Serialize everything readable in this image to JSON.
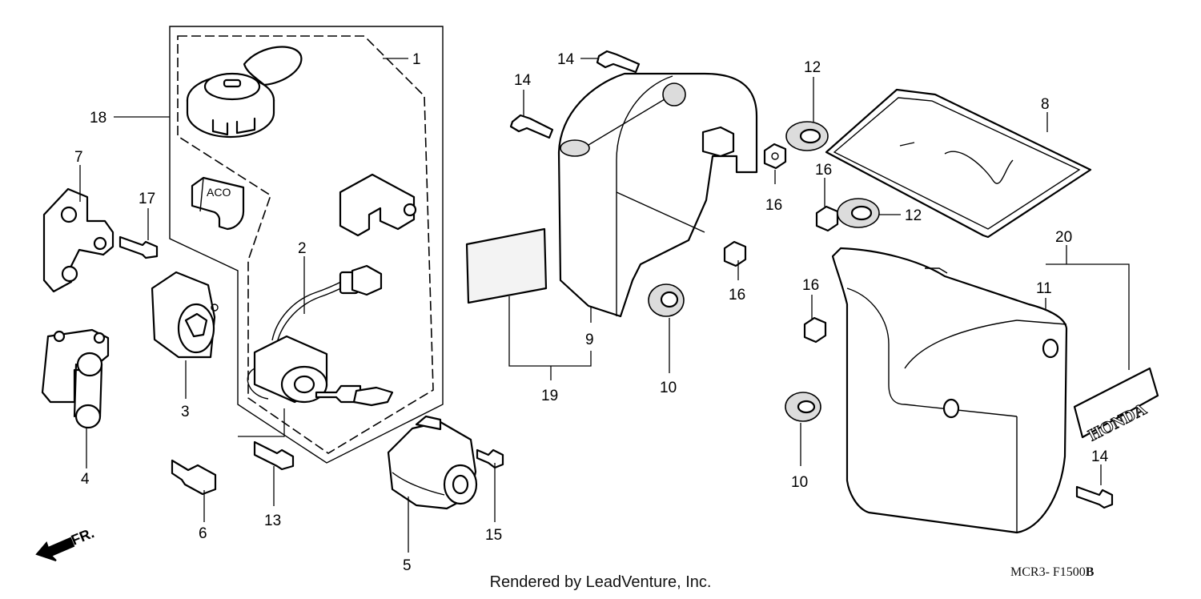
{
  "callouts": [
    {
      "id": "1",
      "text": "1"
    },
    {
      "id": "2",
      "text": "2"
    },
    {
      "id": "3",
      "text": "3"
    },
    {
      "id": "4",
      "text": "4"
    },
    {
      "id": "5",
      "text": "5"
    },
    {
      "id": "6",
      "text": "6"
    },
    {
      "id": "7",
      "text": "7"
    },
    {
      "id": "8",
      "text": "8"
    },
    {
      "id": "9",
      "text": "9"
    },
    {
      "id": "10a",
      "text": "10"
    },
    {
      "id": "10b",
      "text": "10"
    },
    {
      "id": "11",
      "text": "11"
    },
    {
      "id": "12a",
      "text": "12"
    },
    {
      "id": "12b",
      "text": "12"
    },
    {
      "id": "13",
      "text": "13"
    },
    {
      "id": "14a",
      "text": "14"
    },
    {
      "id": "14b",
      "text": "14"
    },
    {
      "id": "14c",
      "text": "14"
    },
    {
      "id": "15",
      "text": "15"
    },
    {
      "id": "16a",
      "text": "16"
    },
    {
      "id": "16b",
      "text": "16"
    },
    {
      "id": "16c",
      "text": "16"
    },
    {
      "id": "16d",
      "text": "16"
    },
    {
      "id": "17",
      "text": "17"
    },
    {
      "id": "18",
      "text": "18"
    },
    {
      "id": "19",
      "text": "19"
    },
    {
      "id": "20",
      "text": "20"
    }
  ],
  "front_arrow_label": "FR.",
  "emblem_text": "HONDA",
  "footer": {
    "rendered_by": "Rendered by LeadVenture, Inc.",
    "diagram_code": "MCR3- F1500",
    "diagram_code_suffix": "B"
  }
}
